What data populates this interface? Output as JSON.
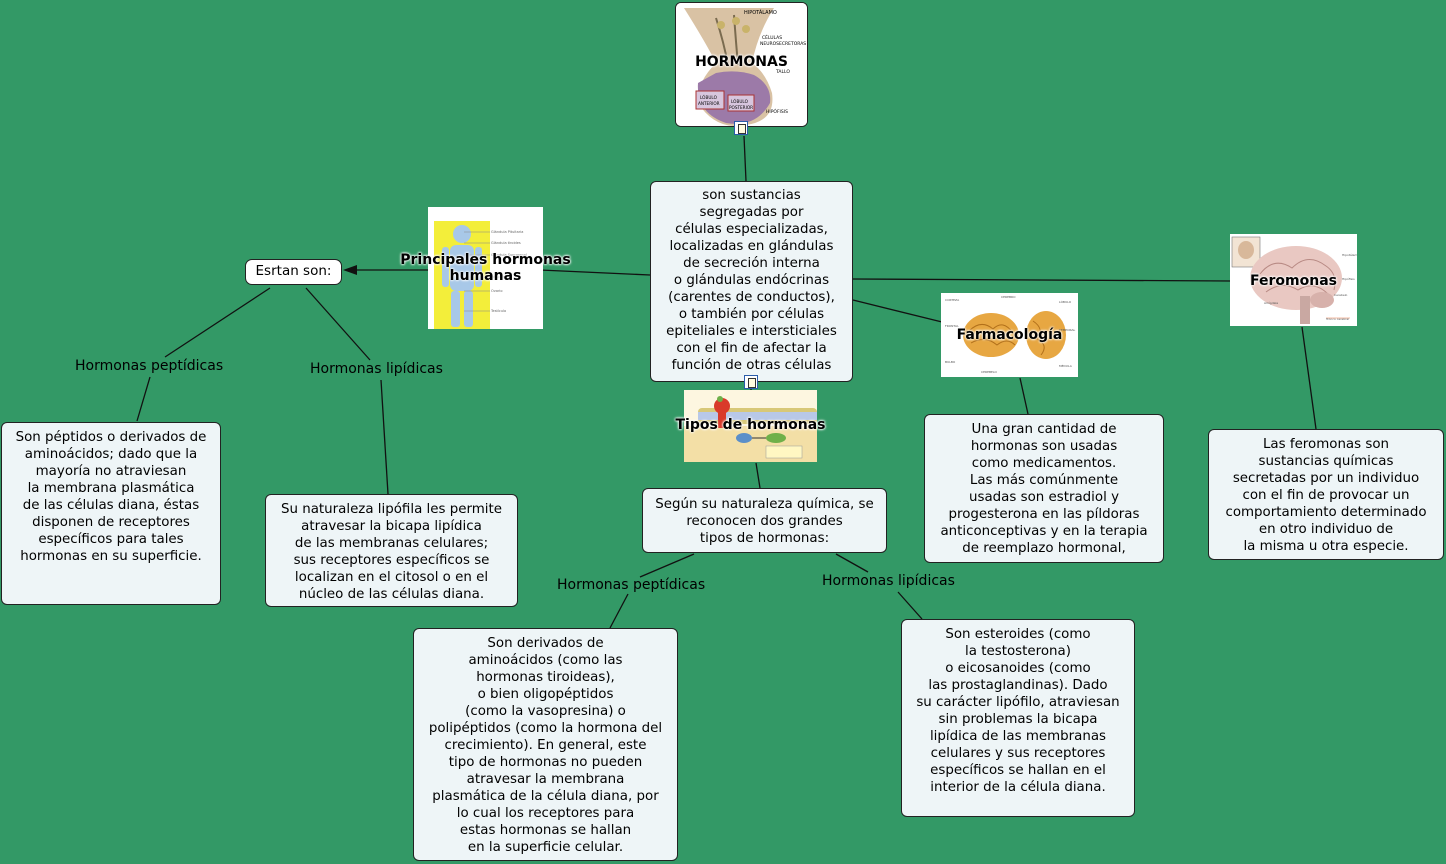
{
  "central": {
    "text": "son sustancias\nsegregadas por\n células especializadas,\nlocalizadas en glándulas\nde secreción interna\no glándulas endócrinas\n(carentes de conductos),\no también por células\nepiteliales e intersticiales\ncon el fin de afectar la\nfunción de otras células"
  },
  "hormonas": {
    "title": "HORMONAS",
    "img_labels": [
      "HIPOTÁLAMO",
      "CÉLULAS\nNEUROSECRETORAS",
      "TALLO",
      "LÓBULO\nANTERIOR",
      "LÓBULO\nPOSTERIOR",
      "HIPÓFISIS"
    ]
  },
  "principales": {
    "title": "Principales hormonas\nhumanas",
    "connector": "Esrtan son:",
    "branch_left": {
      "label": "Hormonas peptídicas",
      "text": "Son péptidos o derivados de\naminoácidos; dado que la\nmayoría no atraviesan\nla membrana plasmática\nde las células diana, éstas\ndisponen de receptores\nespecíficos para tales\nhormonas en su superficie."
    },
    "branch_right": {
      "label": "Hormonas lipídicas",
      "text": "Su naturaleza lipófila les permite\natravesar la bicapa lipídica\nde las membranas celulares;\nsus receptores específicos se\nlocalizan en el citosol o en el\nnúcleo de las células diana."
    }
  },
  "tipos": {
    "title": "Tipos de hormonas",
    "text": "Según su naturaleza química, se\nreconocen dos grandes\ntipos de hormonas:",
    "branch_left": {
      "label": "Hormonas peptídicas",
      "text": "Son derivados de\naminoácidos (como las\nhormonas tiroideas),\no bien oligopéptidos\n(como la vasopresina) o\npolipéptidos (como la hormona del\ncrecimiento). En general, este\ntipo de hormonas no pueden\natravesar la membrana\nplasmática de la célula diana, por\nlo cual los receptores para\nestas hormonas se hallan\nen la superficie celular."
    },
    "branch_right": {
      "label": "Hormonas lipídicas",
      "text": "Son esteroides (como\nla testosterona)\no eicosanoides (como\nlas prostaglandinas). Dado\nsu carácter lipófilo, atraviesan\nsin problemas la bicapa\nlipídica de las membranas\ncelulares y sus receptores\nespecíficos se hallan en el\ninterior de la célula diana."
    }
  },
  "farmacologia": {
    "title": "Farmacología",
    "text": "Una gran cantidad de\nhormonas son usadas\ncomo medicamentos.\nLas más comúnmente\nusadas son estradiol y\nprogesterona en las píldoras\nanticonceptivas y en la terapia\nde reemplazo hormonal,"
  },
  "feromonas": {
    "title": "Feromonas",
    "text": "Las feromonas son\nsustancias químicas\nsecretadas por un individuo\ncon el fin de provocar un\ncomportamiento determinado\nen otro individuo de\nla misma u otra especie."
  }
}
